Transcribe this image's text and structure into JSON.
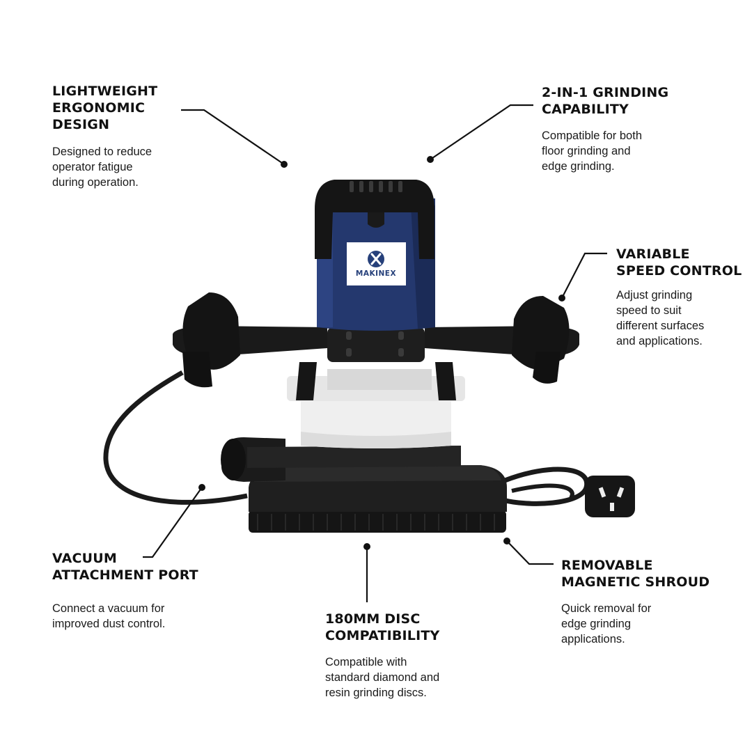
{
  "brand": {
    "name": "MAKINEX",
    "accent_color": "#24386e",
    "body_color": "#1c1c1c"
  },
  "features": {
    "lightweight": {
      "title": "LIGHTWEIGHT\nERGONOMIC\nDESIGN",
      "desc": "Designed to reduce\noperator fatigue\nduring operation."
    },
    "two_in_one": {
      "title": "2-IN-1 GRINDING\nCAPABILITY",
      "desc": "Compatible for both\nfloor grinding and\nedge grinding."
    },
    "variable_speed": {
      "title": "VARIABLE\nSPEED CONTROL",
      "desc": "Adjust grinding\nspeed to suit\ndifferent surfaces\nand applications."
    },
    "vacuum_port": {
      "title": "VACUUM\nATTACHMENT PORT",
      "desc": "Connect a vacuum for\nimproved dust control."
    },
    "disc": {
      "title": "180MM DISC\nCOMPATIBILITY",
      "desc": "Compatible with\nstandard diamond and\nresin grinding discs."
    },
    "shroud": {
      "title": "REMOVABLE\nMAGNETIC SHROUD",
      "desc": "Quick removal for\nedge grinding\napplications."
    }
  }
}
